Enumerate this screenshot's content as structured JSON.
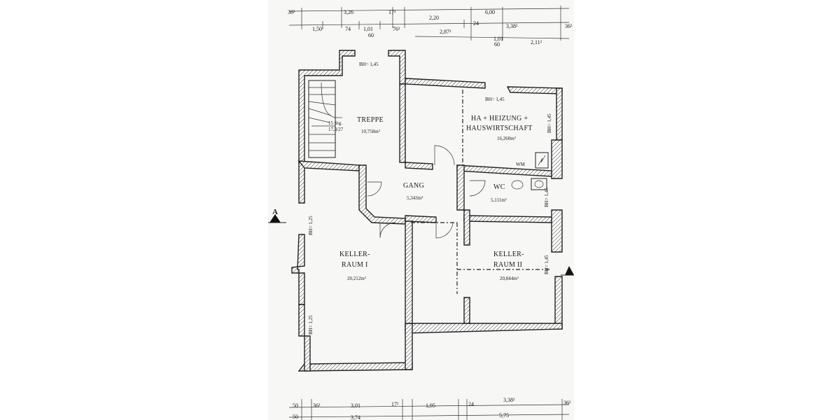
{
  "dimensions_top": {
    "row1": [
      "36²",
      "3,26",
      "17²",
      "2,20",
      "6,00"
    ],
    "row2": [
      "1,50",
      "74",
      "1,01",
      "76²",
      "2,87²",
      "24",
      "3,38²",
      "36²"
    ],
    "row3": [
      "60",
      "1,01",
      "60",
      "2,11²"
    ]
  },
  "dimensions_bottom": {
    "row1": [
      "50",
      "36²",
      "3,01",
      "17²",
      "1,95",
      "24",
      "3,38²",
      "36²"
    ],
    "row2": [
      "50",
      "3,74",
      "5,75"
    ]
  },
  "rooms": {
    "treppe": {
      "name": "TREPPE",
      "area": "10,758m²",
      "stairs_line1": "15 Stg.",
      "stairs_line2": "17,3/27"
    },
    "heizung": {
      "name_line1": "HA + HEIZUNG +",
      "name_line2": "HAUSWIRTSCHAFT",
      "area": "16,260m²"
    },
    "gang": {
      "name": "GANG",
      "area": "5,343m²"
    },
    "wc": {
      "name": "WC",
      "area": "5,111m²"
    },
    "keller1": {
      "name_line1": "KELLER-",
      "name_line2": "RAUM I",
      "area": "20,212m²"
    },
    "keller2": {
      "name_line1": "KELLER-",
      "name_line2": "RAUM II",
      "area": "20,844m²"
    }
  },
  "labels": {
    "wm": "WM",
    "bh_145": "BH= 1,45",
    "bh_125": "BH= 1,25",
    "section_a": "A"
  }
}
